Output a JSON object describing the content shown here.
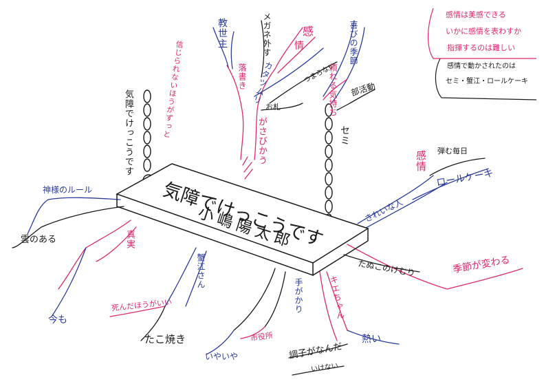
{
  "colors": {
    "pink": "#e0286e",
    "blue": "#2a3a9b",
    "black": "#1a1a1a",
    "paper": "#ffffff"
  },
  "swing": {
    "seat_title": "気障でけっこうです",
    "author": "小嶋陽太郎",
    "left_chain_label": "気障でけっこうです",
    "right_chain_label": "セミ"
  },
  "branches": {
    "top": [
      {
        "text": "教世主",
        "ink": "blue"
      },
      {
        "text": "メガネ外す",
        "ink": "black"
      },
      {
        "text": "感",
        "ink": "pink"
      },
      {
        "text": "情",
        "ink": "pink"
      },
      {
        "text": "喜びの季節",
        "ink": "blue"
      },
      {
        "text": "落書き",
        "ink": "pink"
      },
      {
        "text": "カタツムリ",
        "ink": "blue"
      },
      {
        "text": "つまらない",
        "ink": "black"
      },
      {
        "text": "頼れる気持ち",
        "ink": "pink"
      },
      {
        "text": "お札",
        "ink": "black"
      },
      {
        "text": "部活動",
        "ink": "black"
      },
      {
        "text": "がさびかう",
        "ink": "pink"
      },
      {
        "text": "信じられないほうがずっと",
        "ink": "pink"
      }
    ],
    "right": [
      {
        "text": "感情",
        "ink": "pink"
      },
      {
        "text": "弾む毎日",
        "ink": "black"
      },
      {
        "text": "ロールケーキ",
        "ink": "blue"
      },
      {
        "text": "きれいな人",
        "ink": "blue"
      },
      {
        "text": "たぬこのけむり",
        "ink": "black"
      },
      {
        "text": "季節が変わる",
        "ink": "pink"
      }
    ],
    "left": [
      {
        "text": "神様のルール",
        "ink": "blue"
      },
      {
        "text": "雲のある",
        "ink": "black"
      },
      {
        "text": "真実",
        "ink": "pink"
      },
      {
        "text": "今も",
        "ink": "blue"
      },
      {
        "text": "死んだほうがいい",
        "ink": "pink"
      },
      {
        "text": "蟹江さん",
        "ink": "blue"
      }
    ],
    "bottom": [
      {
        "text": "たこ焼き",
        "ink": "black"
      },
      {
        "text": "手がかり",
        "ink": "blue"
      },
      {
        "text": "いやいや",
        "ink": "blue"
      },
      {
        "text": "市役所",
        "ink": "pink"
      },
      {
        "text": "調子がなんだ",
        "ink": "black"
      },
      {
        "text": "いけない",
        "ink": "black"
      },
      {
        "text": "キエちゃん",
        "ink": "pink"
      },
      {
        "text": "熱い",
        "ink": "blue"
      }
    ]
  },
  "notes": [
    {
      "text": "感情は美感できる",
      "ink": "pink"
    },
    {
      "text": "いかに感情を表わすか",
      "ink": "pink"
    },
    {
      "text": "指揮するのは難しい",
      "ink": "pink"
    },
    {
      "text": "感情で動かされたのは",
      "ink": "black"
    },
    {
      "text": "セミ・蟹江・ロールケーキ",
      "ink": "black"
    }
  ]
}
